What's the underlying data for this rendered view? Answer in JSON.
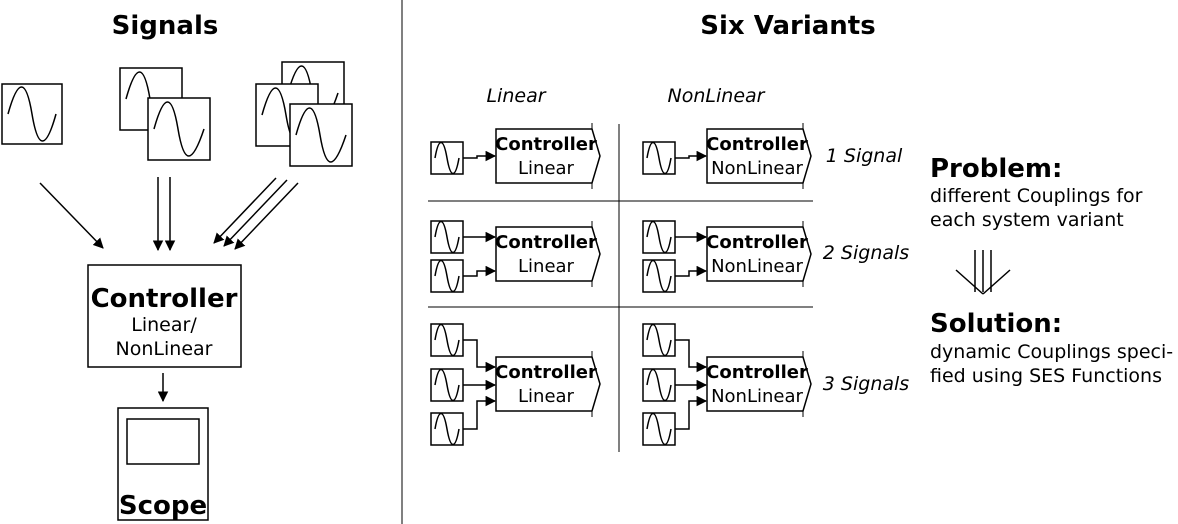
{
  "left_panel": {
    "title": "Signals",
    "controller": {
      "title": "Controller",
      "line1": "Linear/",
      "line2": "NonLinear"
    },
    "scope": {
      "label": "Scope"
    }
  },
  "right_panel": {
    "title": "Six Variants",
    "columns": [
      "Linear",
      "NonLinear"
    ],
    "rows": [
      "1 Signal",
      "2 Signals",
      "3 Signals"
    ],
    "controller_title": "Controller",
    "variant_labels": [
      "Linear",
      "NonLinear"
    ]
  },
  "problem": {
    "heading": "Problem:",
    "lines": [
      "different Couplings for",
      "each system variant"
    ]
  },
  "solution": {
    "heading": "Solution:",
    "lines": [
      "dynamic Couplings speci-",
      "fied using SES Functions"
    ]
  },
  "icons": {
    "signal": "sine-wave-icon",
    "arrow": "triple-arrow-down-icon"
  }
}
